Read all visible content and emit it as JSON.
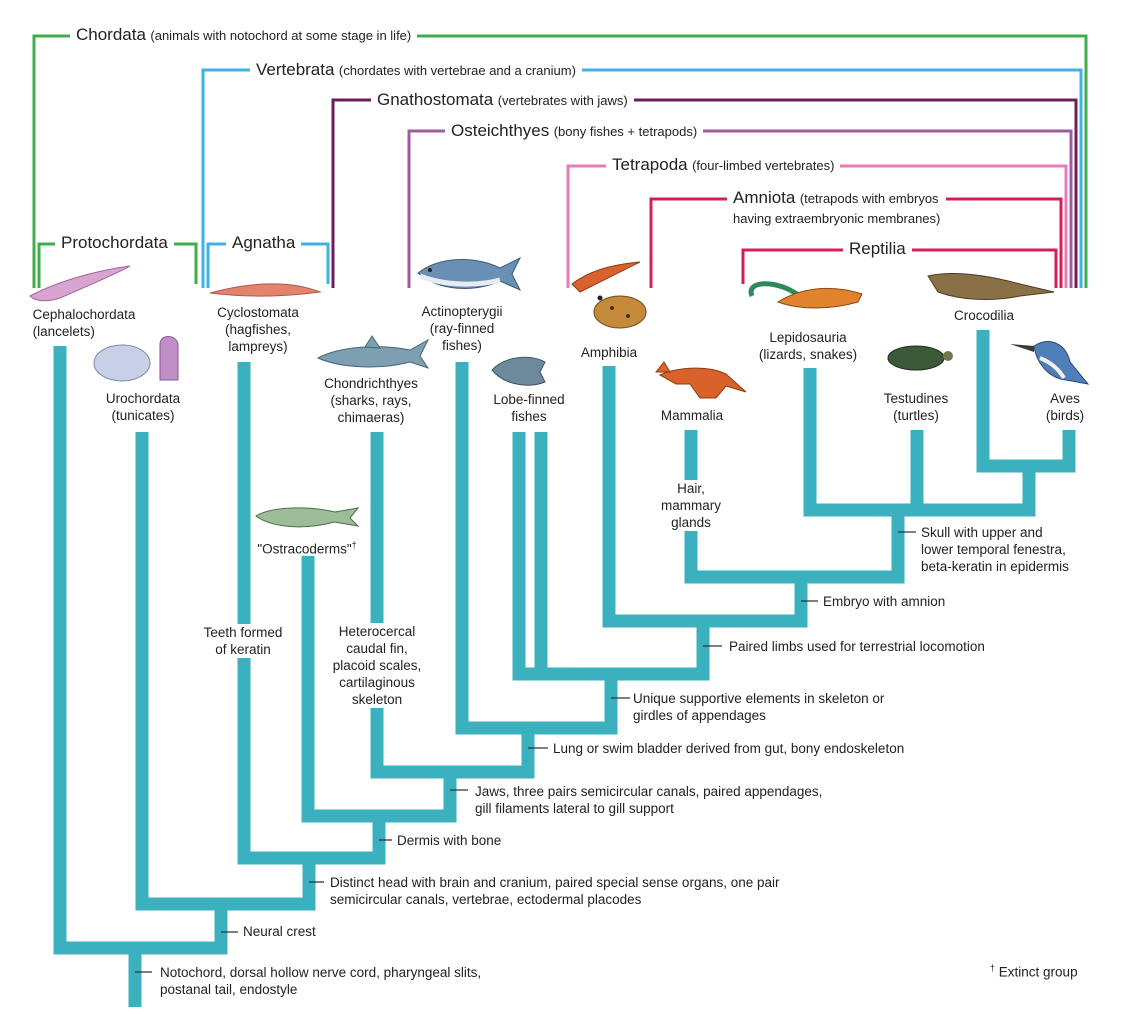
{
  "groups": {
    "chordata": {
      "name": "Chordata",
      "desc": "(animals with notochord at some stage in life)",
      "color": "#3fae49"
    },
    "vertebrata": {
      "name": "Vertebrata",
      "desc": "(chordates with vertebrae and a cranium)",
      "color": "#3fb1e3"
    },
    "gnathostomata": {
      "name": "Gnathostomata",
      "desc": "(vertebrates with jaws)",
      "color": "#6b1f5e"
    },
    "osteichthyes": {
      "name": "Osteichthyes",
      "desc": "(bony fishes + tetrapods)",
      "color": "#a05aa0"
    },
    "tetrapoda": {
      "name": "Tetrapoda",
      "desc": "(four-limbed vertebrates)",
      "color": "#e77ab8"
    },
    "amniota": {
      "name": "Amniota",
      "desc_line1": "(tetrapods with embryos",
      "desc_line2": "having extraembryonic membranes)",
      "color": "#d21f55"
    },
    "reptilia": {
      "name": "Reptilia",
      "color": "#d21f55"
    },
    "protochordata": {
      "name": "Protochordata",
      "color": "#3fae49"
    },
    "agnatha": {
      "name": "Agnatha",
      "color": "#3fb1e3"
    }
  },
  "taxa": {
    "cephalochordata": {
      "line1": "Cephalochordata",
      "line2": "(lancelets)"
    },
    "urochordata": {
      "line1": "Urochordata",
      "line2": "(tunicates)"
    },
    "cyclostomata": {
      "line1": "Cyclostomata",
      "line2": "(hagfishes,",
      "line3": "lampreys)"
    },
    "ostracoderms": {
      "line1": "\"Ostracoderms\"",
      "mark": "†"
    },
    "chondrichthyes": {
      "line1": "Chondrichthyes",
      "line2": "(sharks, rays,",
      "line3": "chimaeras)"
    },
    "actinopterygii": {
      "line1": "Actinopterygii",
      "line2": "(ray-finned",
      "line3": "fishes)"
    },
    "lobefinned": {
      "line1": "Lobe-finned",
      "line2": "fishes"
    },
    "amphibia": {
      "line1": "Amphibia"
    },
    "mammalia": {
      "line1": "Mammalia"
    },
    "lepidosauria": {
      "line1": "Lepidosauria",
      "line2": "(lizards, snakes)"
    },
    "testudines": {
      "line1": "Testudines",
      "line2": "(turtles)"
    },
    "crocodilia": {
      "line1": "Crocodilia"
    },
    "aves": {
      "line1": "Aves",
      "line2": "(birds)"
    }
  },
  "characters": {
    "notochord": {
      "line1": "Notochord, dorsal hollow nerve cord, pharyngeal slits,",
      "line2": "postanal tail, endostyle"
    },
    "neural_crest": {
      "line1": "Neural crest"
    },
    "distinct_head": {
      "line1": "Distinct head with brain and cranium, paired special sense organs, one pair",
      "line2": "semicircular canals, vertebrae, ectodermal placodes"
    },
    "dermis_bone": {
      "line1": "Dermis with bone"
    },
    "jaws": {
      "line1": "Jaws, three pairs semicircular canals, paired appendages,",
      "line2": "gill filaments lateral to gill support"
    },
    "lung": {
      "line1": "Lung or swim bladder derived from gut, bony endoskeleton"
    },
    "unique_support": {
      "line1": "Unique supportive elements in skeleton or",
      "line2": "girdles of appendages"
    },
    "paired_limbs": {
      "line1": "Paired limbs used for terrestrial locomotion"
    },
    "amnion": {
      "line1": "Embryo with amnion"
    },
    "skull": {
      "line1": "Skull with upper and",
      "line2": "lower temporal fenestra,",
      "line3": "beta-keratin in epidermis"
    },
    "teeth": {
      "line1": "Teeth formed",
      "line2": "of keratin"
    },
    "heterocercal": {
      "line1": "Heterocercal",
      "line2": "caudal fin,",
      "line3": "placoid scales,",
      "line4": "cartilaginous",
      "line5": "skeleton"
    },
    "hair": {
      "line1": "Hair,",
      "line2": "mammary",
      "line3": "glands"
    }
  },
  "legend": {
    "mark": "†",
    "text": "Extinct group"
  }
}
